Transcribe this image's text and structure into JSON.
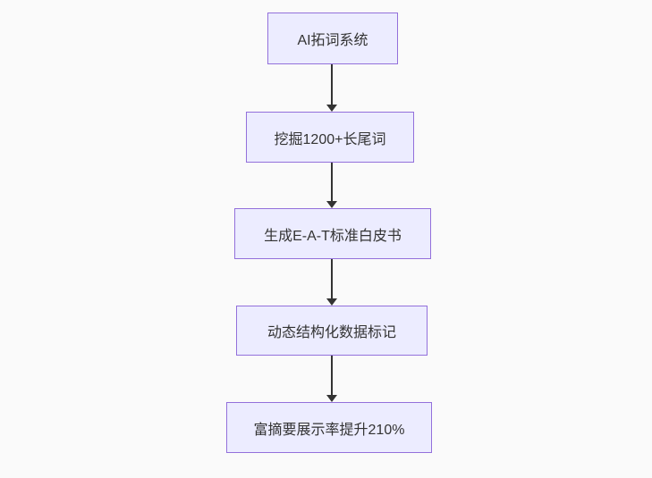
{
  "diagram": {
    "type": "flowchart",
    "direction": "top-down",
    "nodes": [
      {
        "id": "A",
        "label": "AI拓词系统"
      },
      {
        "id": "B",
        "label": "挖掘1200+长尾词"
      },
      {
        "id": "C",
        "label": "生成E-A-T标准白皮书"
      },
      {
        "id": "D",
        "label": "动态结构化数据标记"
      },
      {
        "id": "E",
        "label": "富摘要展示率提升210%"
      }
    ],
    "edges": [
      {
        "from": "A",
        "to": "B"
      },
      {
        "from": "B",
        "to": "C"
      },
      {
        "from": "C",
        "to": "D"
      },
      {
        "from": "D",
        "to": "E"
      }
    ],
    "colors": {
      "background": "#fafafa",
      "node_fill": "#ececff",
      "node_border": "#9370db",
      "text": "#333333",
      "arrow": "#333333"
    }
  }
}
